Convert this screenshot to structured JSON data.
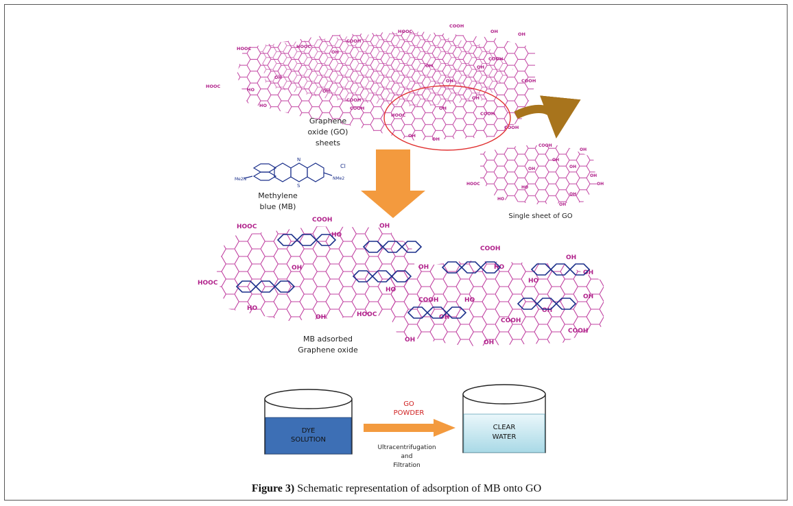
{
  "labels": {
    "go_sheets": [
      "Graphene",
      "oxide (GO)",
      "sheets"
    ],
    "methylene_blue": [
      "Methylene",
      "blue (MB)"
    ],
    "single_sheet": "Single sheet of GO",
    "mb_adsorbed": [
      "MB adsorbed",
      "Graphene oxide"
    ],
    "dye_solution": [
      "DYE",
      "SOLUTION"
    ],
    "clear_water": [
      "CLEAR",
      "WATER"
    ],
    "go_powder": [
      "GO",
      "POWDER"
    ],
    "process": [
      "Ultracentrifugation",
      "and",
      "Filtration"
    ],
    "chloride": "Cl",
    "mb_left_group": "Me2N",
    "mb_right_group": "NMe2",
    "mb_n": "N",
    "mb_s": "S"
  },
  "caption": {
    "figure_label": "Figure 3)",
    "text": " Schematic representation of adsorption of MB onto GO"
  },
  "functional_groups": {
    "top": [
      "HOOC",
      "COOH",
      "HOOC",
      "COOH",
      "OH",
      "OH",
      "HOOC",
      "OH",
      "COOH",
      "COOH",
      "OH",
      "HO",
      "HOOC",
      "OH",
      "COOH",
      "COOH",
      "OH",
      "OH",
      "HOOC",
      "COOH",
      "OH",
      "OH",
      "HO",
      "OH",
      "COOH",
      "OH",
      "OH"
    ],
    "single": [
      "COOH",
      "OH",
      "OH",
      "HOOC",
      "OH",
      "OH",
      "OH",
      "HO",
      "OH",
      "OH",
      "HO",
      "OH"
    ],
    "bottom": [
      "HOOC",
      "COOH",
      "OH",
      "HO",
      "COOH",
      "OH",
      "HOOC",
      "OH",
      "OH",
      "HO",
      "COOH",
      "HO",
      "OH",
      "HOOC",
      "COOH",
      "OH",
      "HO",
      "OH",
      "OH",
      "HO",
      "OH",
      "COOH",
      "OH",
      "HO",
      "OH"
    ]
  },
  "colors": {
    "sheet": "#c040a0",
    "group_text": "#b0208a",
    "molecule": "#1a2f8a",
    "arrow_orange": "#f39a3e",
    "curved_arrow": "#a8741c",
    "ellipse": "#e03030",
    "dye": "#3d6fb5",
    "water": "#c9e8f0",
    "go_powder_text": "#d02020"
  }
}
